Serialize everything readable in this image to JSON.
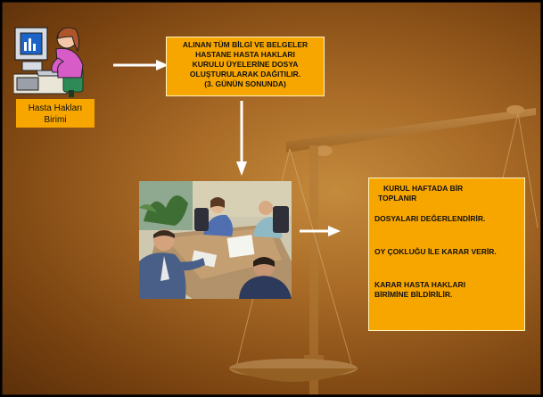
{
  "unit_label": {
    "line1": "Hasta Hakları",
    "line2": "Birimi"
  },
  "info_box": {
    "lines": [
      "ALINAN TÜM BİLGİ VE BELGELER",
      "HASTANE HASTA HAKLARI",
      "KURULU ÜYELERİNE DOSYA",
      "OLUŞTURULARAK DAĞITILIR.",
      "(3. GÜNÜN SONUNDA)"
    ]
  },
  "kurul_box": {
    "line1a": "KURUL HAFTADA BİR",
    "line1b": "TOPLANIR",
    "line2": "DOSYALARI DEĞERLENDİRİR.",
    "line3": "OY ÇOKLUĞU İLE KARAR VERİR.",
    "line4a": "KARAR HASTA  HAKLARI",
    "line4b": "BİRİMİNE BİLDİRİLİR."
  },
  "colors": {
    "box_fill": "#f7a600",
    "arrow": "#ffffff",
    "background": "#a86a26"
  },
  "icons": {
    "person": "person-at-computer-icon",
    "meeting": "meeting-photo"
  }
}
